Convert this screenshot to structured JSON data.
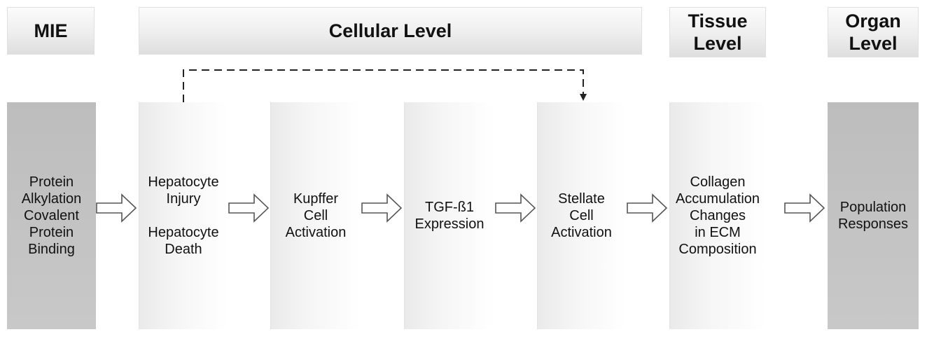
{
  "headers": {
    "mie": "MIE",
    "cellular": "Cellular Level",
    "tissue": [
      "Tissue",
      "Level"
    ],
    "organ": [
      "Organ",
      "Level"
    ]
  },
  "steps": [
    {
      "id": "protein-alkylation",
      "text": "Protein\nAlkylation\nCovalent\nProtein\nBinding"
    },
    {
      "id": "hepatocyte-injury",
      "text": "Hepatocyte\nInjury\n\nHepatocyte\nDeath"
    },
    {
      "id": "kupffer-activation",
      "text": "Kupffer\nCell\nActivation"
    },
    {
      "id": "tgf-expression",
      "text": "TGF-ß1\nExpression"
    },
    {
      "id": "stellate-activation",
      "text": "Stellate\nCell\nActivation"
    },
    {
      "id": "collagen-accumulation",
      "text": "Collagen\nAccumulation\nChanges\nin ECM\nComposition"
    },
    {
      "id": "population-responses",
      "text": "Population\nResponses"
    }
  ],
  "colors": {
    "mie_box": "#c2c2c2",
    "arrow_stroke": "#555555",
    "arrow_fill": "#ffffff",
    "feedback_line": "#222222"
  }
}
